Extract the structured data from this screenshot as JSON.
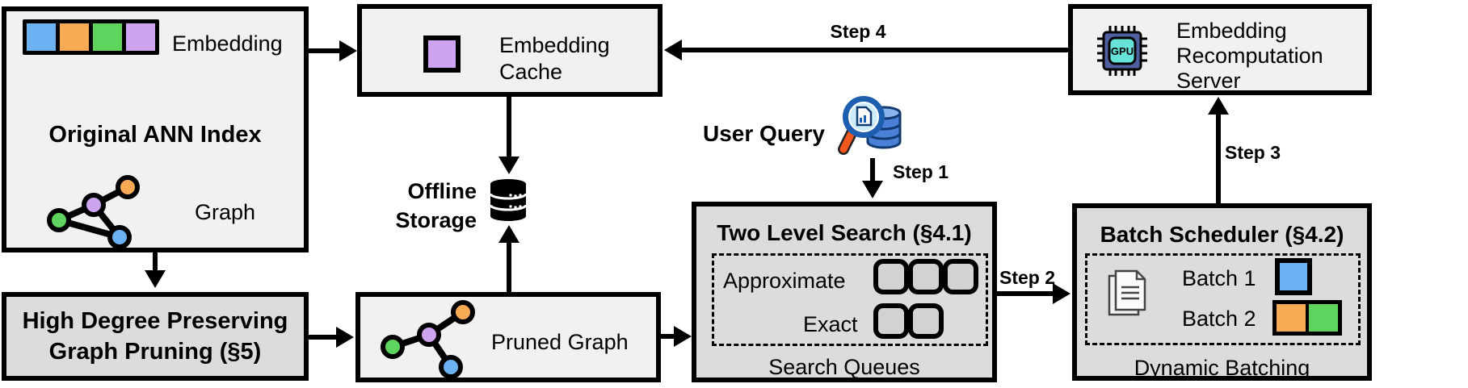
{
  "palette": {
    "blue": "#6cb2f2",
    "orange": "#f7ab55",
    "green": "#5ed45e",
    "purple": "#cfa4ef",
    "box_light": "#f1f1f1",
    "box_gray": "#dcdcdc",
    "queue_fill": "#d2d2d2",
    "gpu_body": "#4f5fa0",
    "gpu_screen": "#66e2d8",
    "query_db": "#4a80d8",
    "query_db_top": "#8ab4ec",
    "lens_fill": "#cdeef9",
    "handle_orange": "#f2571d"
  },
  "ann_index": {
    "embedding_label": "Embedding",
    "title": "Original ANN Index",
    "graph_label": "Graph"
  },
  "embedding_cache": {
    "label": "Embedding Cache"
  },
  "offline_storage": {
    "label": "Offline Storage"
  },
  "graph_pruning": {
    "line1": "High Degree Preserving",
    "line2": "Graph Pruning (§5)"
  },
  "pruned_graph": {
    "label": "Pruned Graph"
  },
  "user_query": {
    "label": "User Query"
  },
  "two_level_search": {
    "title": "Two Level Search (§4.1)",
    "rows": [
      {
        "label": "Approximate",
        "queues": 3
      },
      {
        "label": "Exact",
        "queues": 2
      }
    ],
    "caption": "Search Queues"
  },
  "batch_scheduler": {
    "title": "Batch Scheduler (§4.2)",
    "batch1_label": "Batch 1",
    "batch2_label": "Batch 2",
    "caption": "Dynamic Batching"
  },
  "recomputation_server": {
    "label": "Embedding Recomputation Server"
  },
  "steps": {
    "step1": "Step 1",
    "step2": "Step 2",
    "step3": "Step 3",
    "step4": "Step 4"
  },
  "icons": {
    "gpu_label": "GPU"
  }
}
